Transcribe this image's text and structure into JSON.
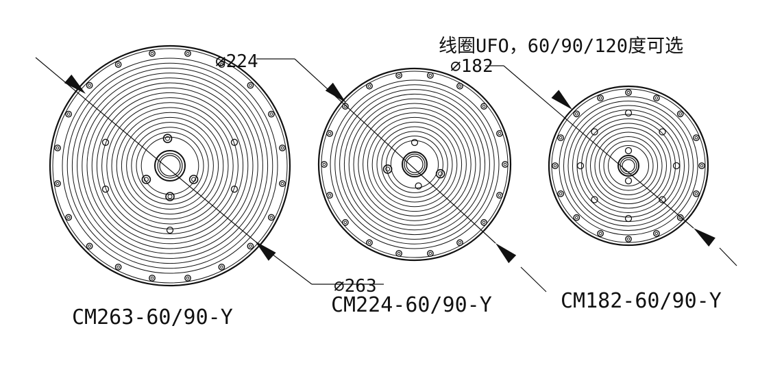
{
  "note": "线圈UFO，60/90/120度可选",
  "discs": [
    {
      "model": "CM263-60/90-Y",
      "diameter": "⌀263"
    },
    {
      "model": "CM224-60/90-Y",
      "diameter": "⌀224"
    },
    {
      "model": "CM182-60/90-Y",
      "diameter": "⌀182"
    }
  ],
  "colors": {
    "line": "#111111",
    "background": "#ffffff"
  }
}
